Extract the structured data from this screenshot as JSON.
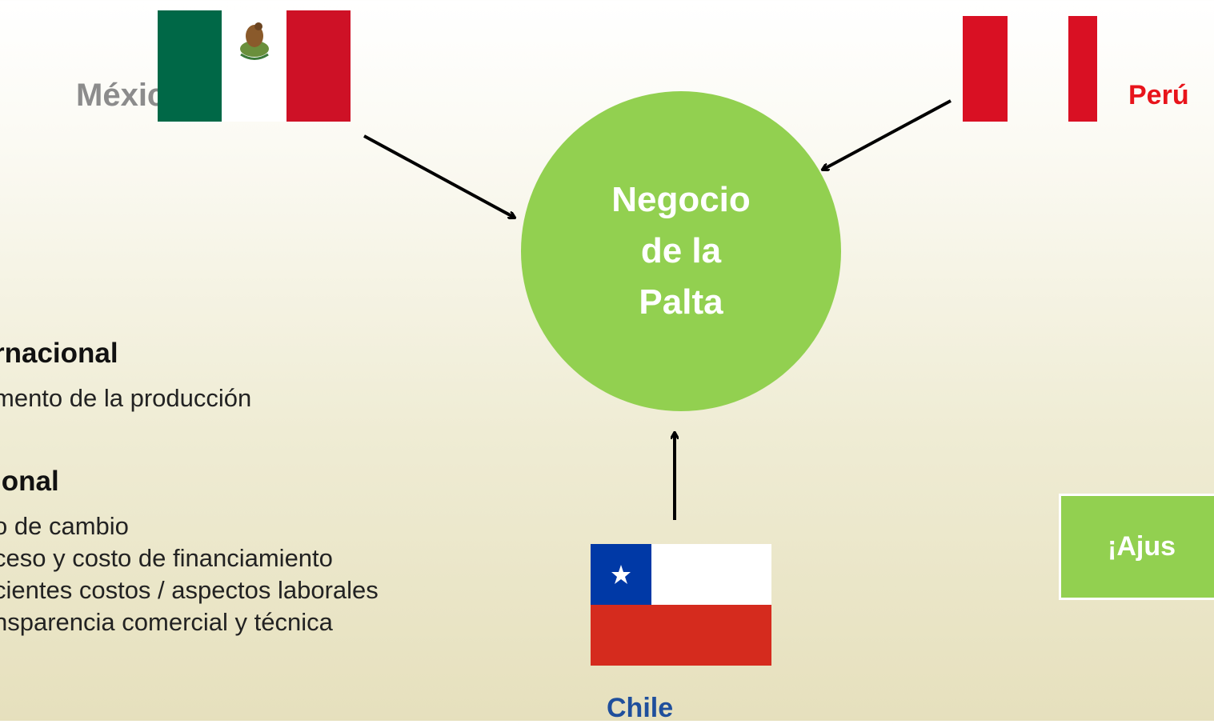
{
  "countries": {
    "mexico": "México",
    "peru": "Perú",
    "chile": "Chile"
  },
  "center": {
    "line1": "Negocio",
    "line2": "de la",
    "line3": "Palta"
  },
  "left_text": {
    "international_heading": "rnacional",
    "international_item": "mento de la producción",
    "national_heading": "ional",
    "national_items": [
      "o de cambio",
      "ceso y costo de financiamiento",
      "cientes costos / aspectos laborales",
      "nsparencia comercial y técnica"
    ]
  },
  "callout": {
    "label": "¡Ajus"
  },
  "colors": {
    "circle": "#92d050",
    "peru_label": "#e8141b",
    "chile_label": "#1f4f9c",
    "mexico_label": "#8c8c8c",
    "mexico_green": "#006847",
    "mexico_red": "#ce1126",
    "peru_red": "#d91023",
    "chile_blue": "#0039a6",
    "chile_red": "#d52b1e"
  }
}
